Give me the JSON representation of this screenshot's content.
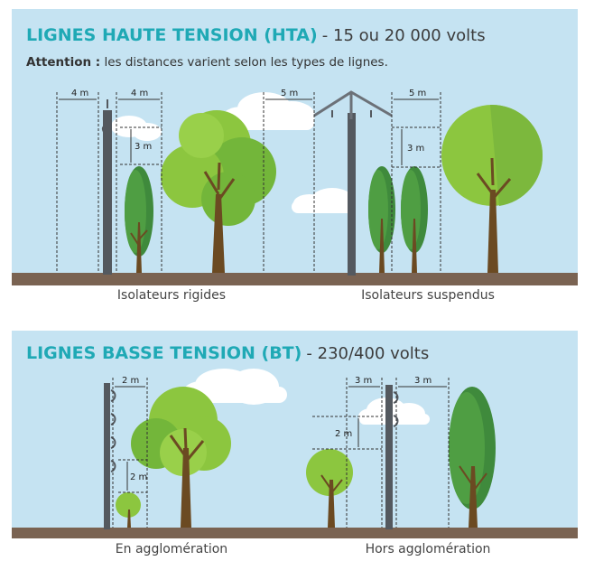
{
  "hta": {
    "title": "LIGNES HAUTE TENSION (HTA)",
    "subtitle": "- 15 ou 20 000 volts",
    "attention_label": "Attention :",
    "attention_text": "les distances varient selon les types de lignes.",
    "dim_rigid_left": "4 m",
    "dim_rigid_right": "4 m",
    "dim_rigid_vertical": "3 m",
    "dim_susp_left": "5 m",
    "dim_susp_right": "5 m",
    "dim_susp_vertical": "3 m",
    "caption_rigid": "Isolateurs rigides",
    "caption_suspended": "Isolateurs suspendus"
  },
  "bt": {
    "title": "LIGNES BASSE TENSION (BT)",
    "subtitle": "- 230/400 volts",
    "dim_agglo_horizontal": "2 m",
    "dim_agglo_vertical": "2 m",
    "dim_hors_left": "3 m",
    "dim_hors_right": "3 m",
    "dim_hors_vertical": "2 m",
    "caption_agglo": "En agglomération",
    "caption_hors": "Hors agglomération"
  },
  "colors": {
    "sky": "#c5e3f2",
    "ground": "#7a6352",
    "title_accent": "#1fa9b5",
    "pole": "#54595f",
    "trunk": "#6b4a22",
    "foliage_light": "#8cc63f",
    "foliage_dark": "#3f8a3c"
  }
}
